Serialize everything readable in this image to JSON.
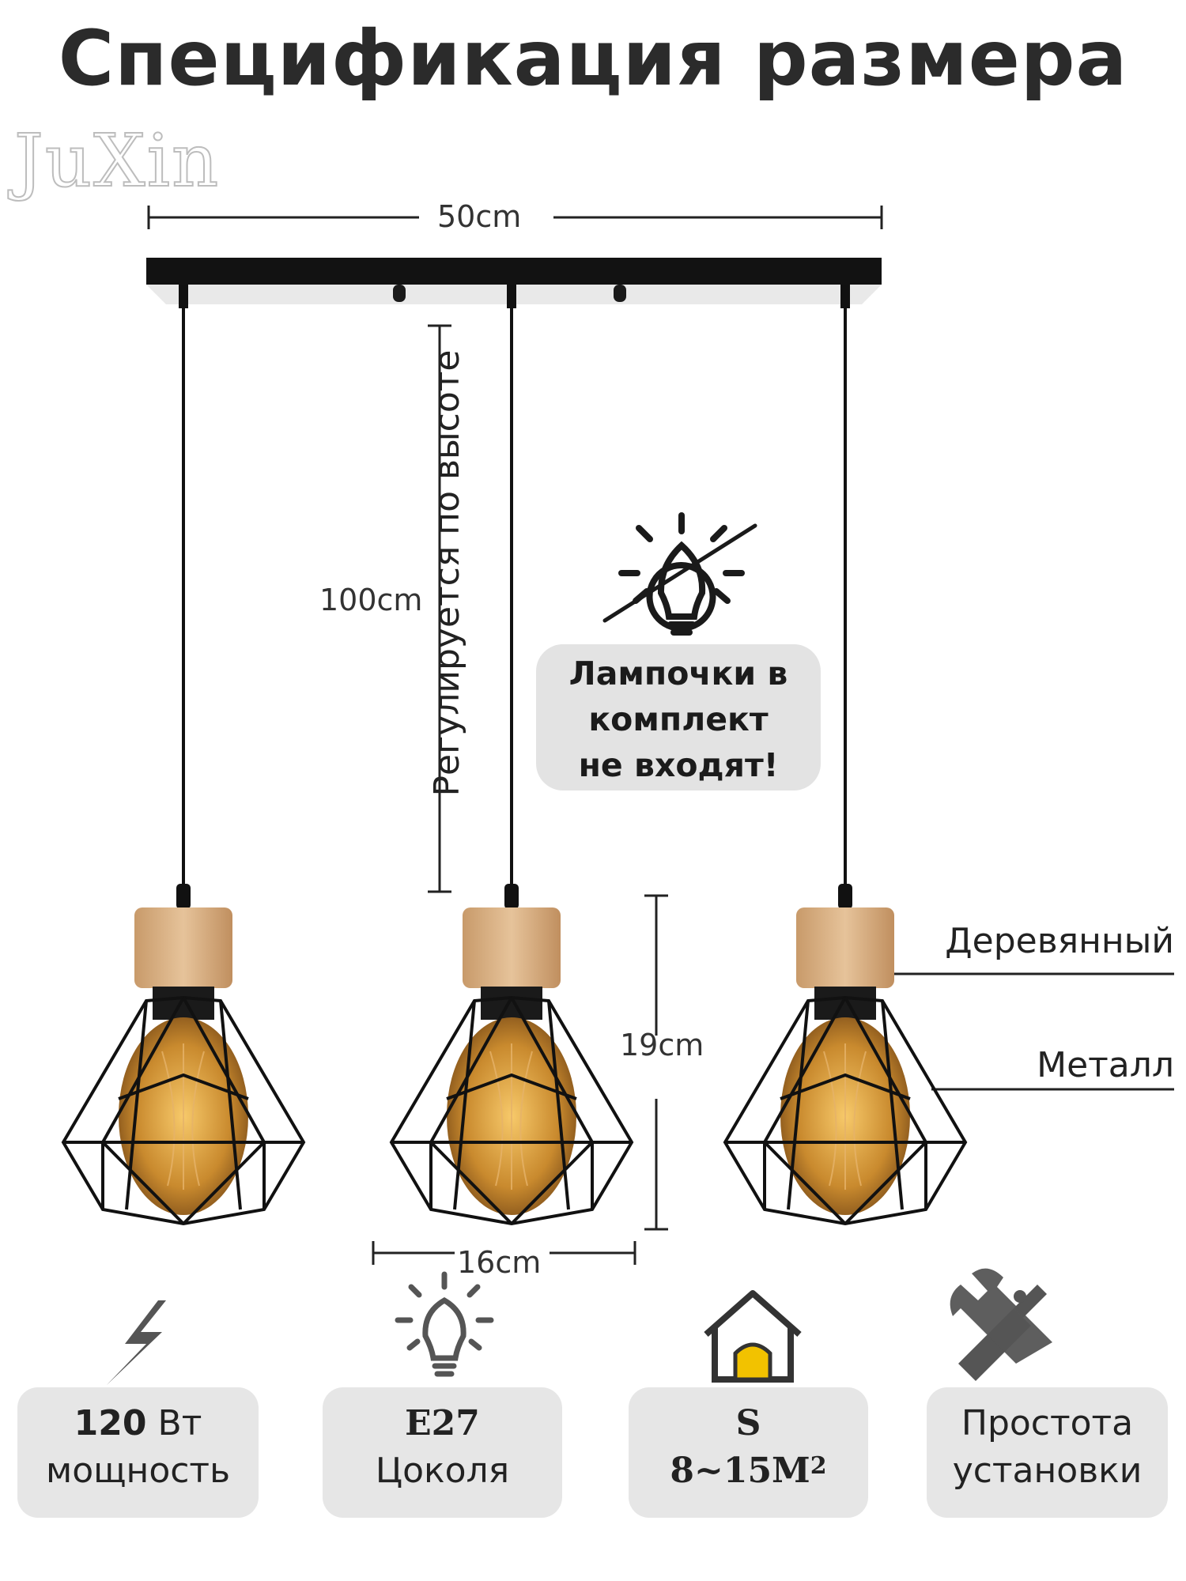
{
  "title": "Спецификация размера",
  "watermark": "JuXin",
  "dimensions": {
    "width": "50cm",
    "height": "100cm",
    "height_note": "Регулируется по высоте",
    "shade_height": "19cm",
    "shade_width": "16cm"
  },
  "notice": {
    "line1": "Лампочки в",
    "line2": "комплект",
    "line3": "не входят!"
  },
  "callouts": {
    "wood": "Деревянный",
    "metal": "Металл"
  },
  "features": [
    {
      "icon": "lightning-icon",
      "value": "120",
      "unit": " Вт",
      "label": "мощность"
    },
    {
      "icon": "bulb-icon",
      "value": "E27",
      "label": "Цоколя"
    },
    {
      "icon": "house-icon",
      "value": "S",
      "label_main": "8~15M",
      "label_sup": "2"
    },
    {
      "icon": "tools-icon",
      "value": "Простота",
      "label": "установки"
    }
  ],
  "colors": {
    "wood": "#d9b48a",
    "metal": "#1a1a1a",
    "bulb": "#d49a3a",
    "house_accent": "#f2c200",
    "card_bg": "#e6e6e6"
  }
}
